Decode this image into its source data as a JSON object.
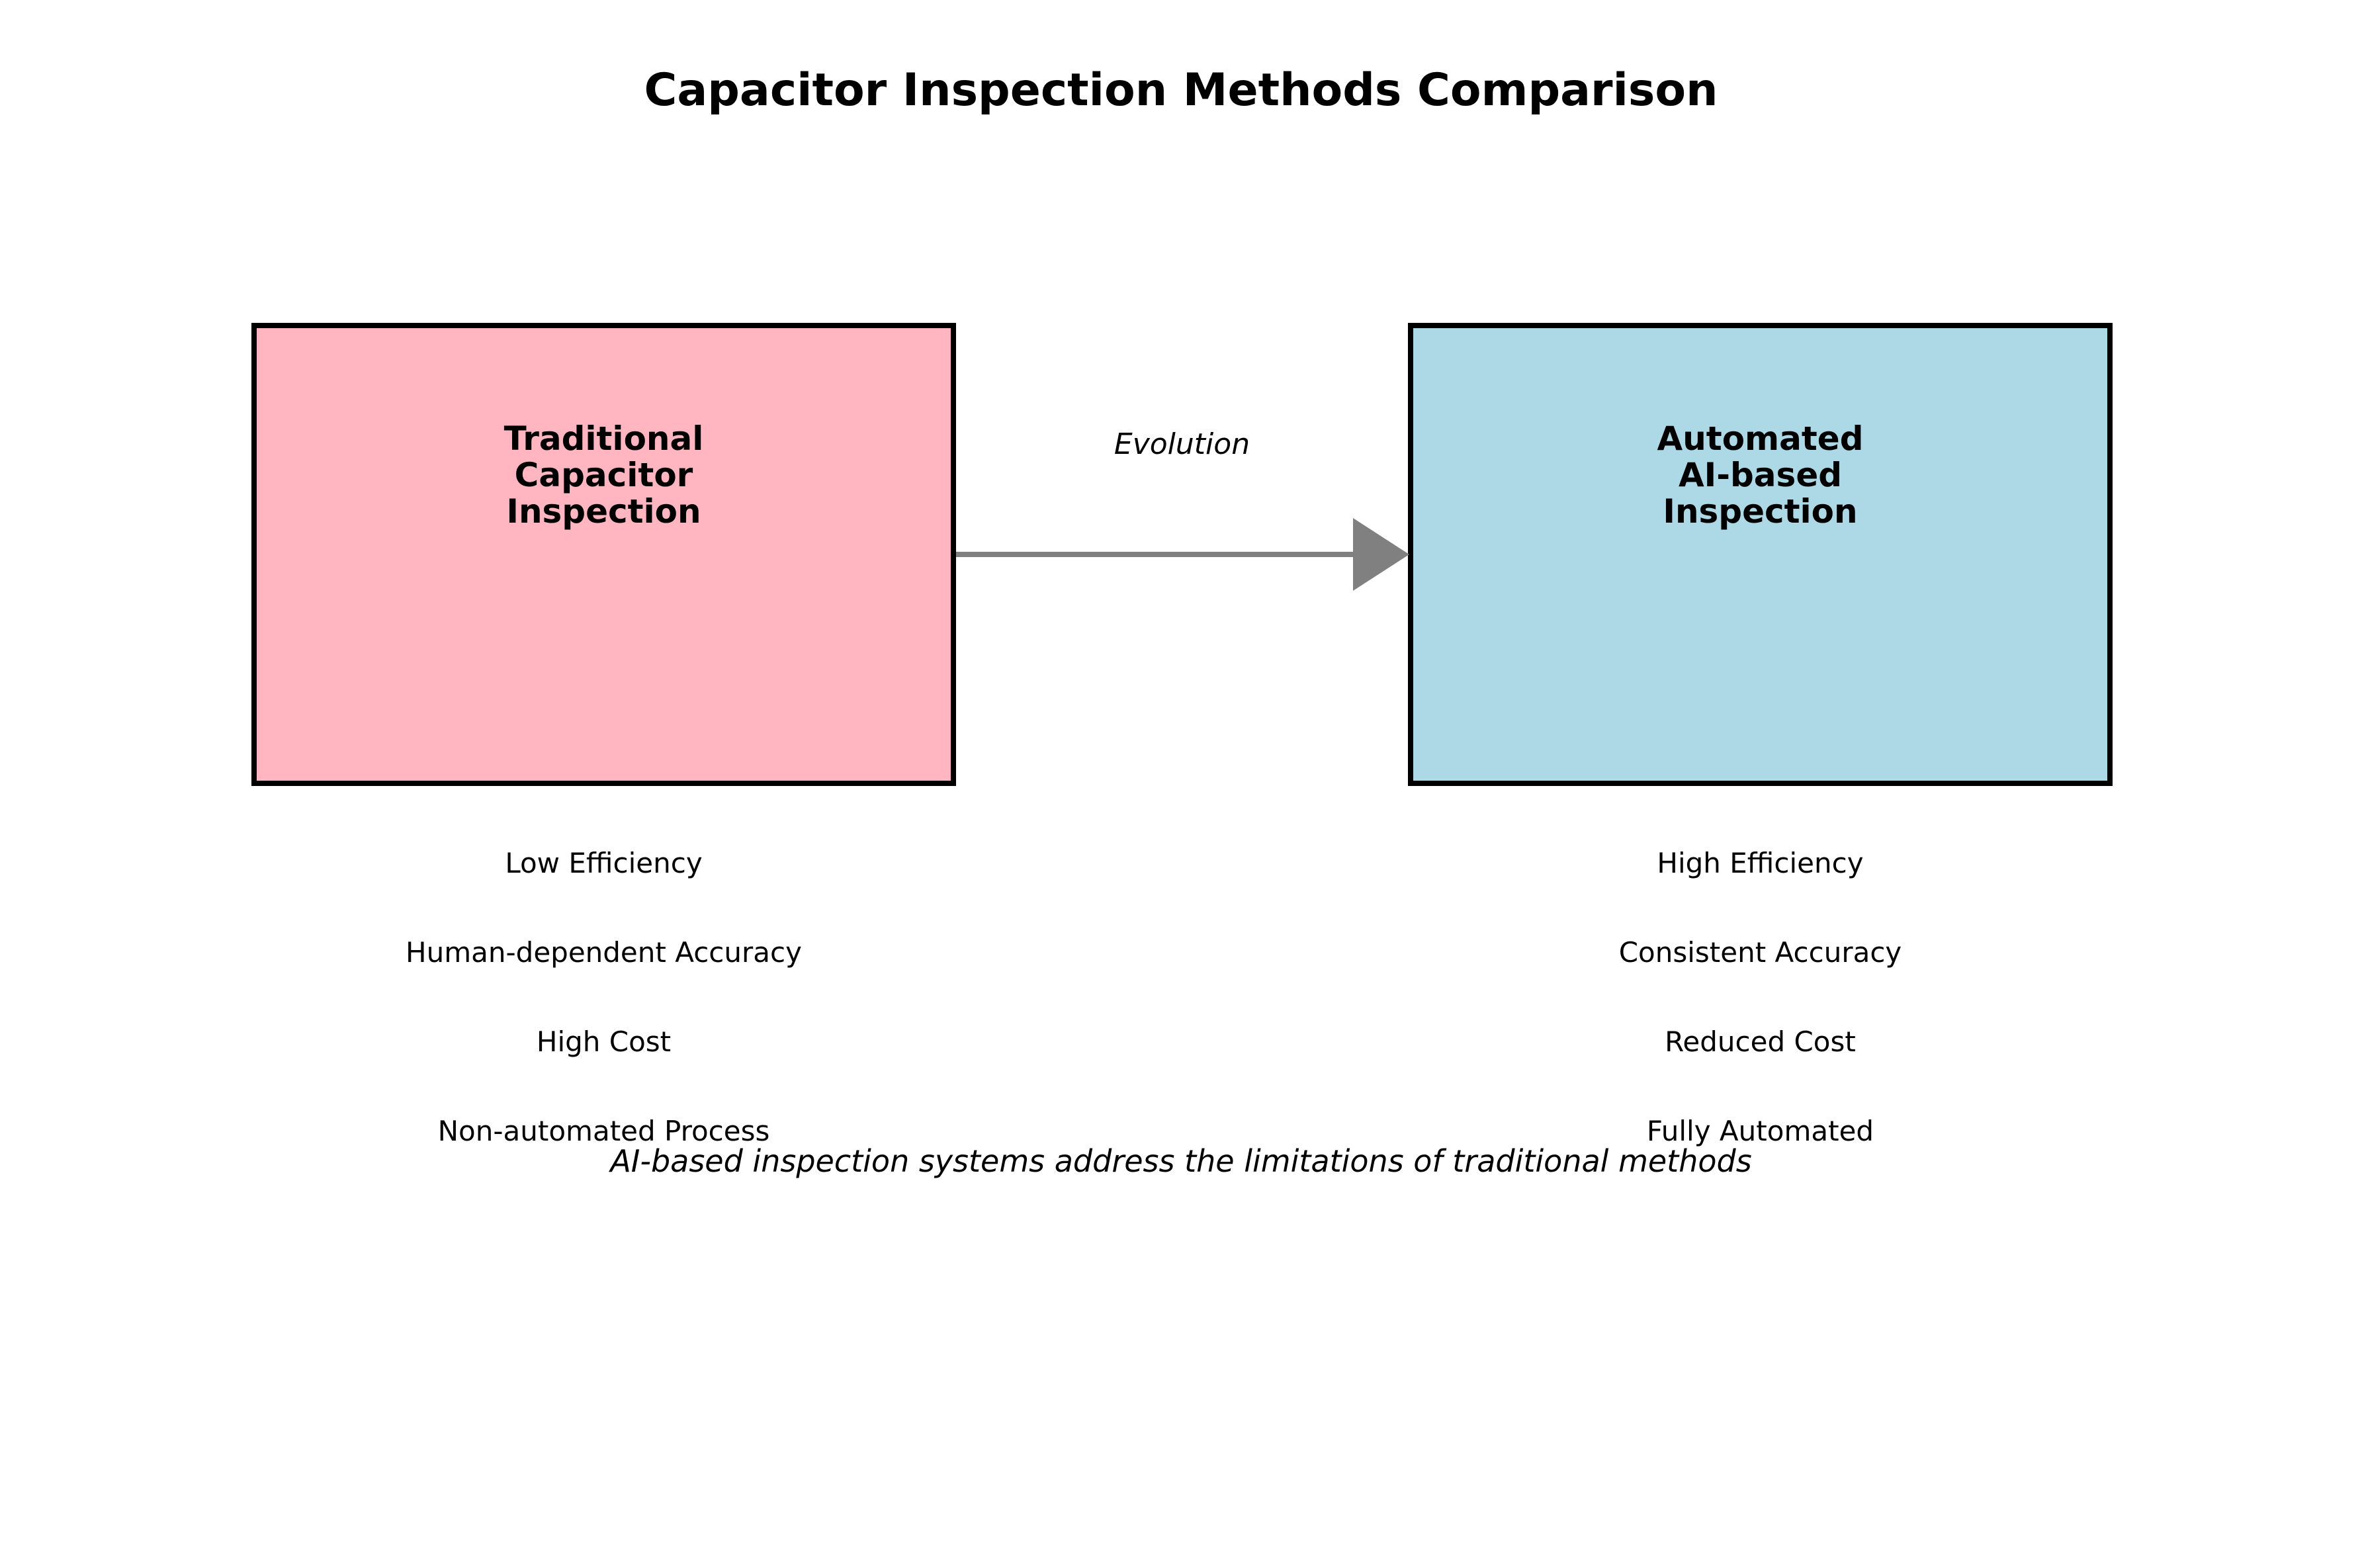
{
  "title": "Capacitor Inspection Methods Comparison",
  "diagram": {
    "traditional_box": {
      "label": "Traditional\nCapacitor\nInspection"
    },
    "automated_box": {
      "label": "Automated\nAI-based\nInspection"
    },
    "arrow_label": "Evolution",
    "traditional_features": [
      "Low Efficiency",
      "Human-dependent Accuracy",
      "High Cost",
      "Non-automated Process"
    ],
    "automated_features": [
      "High Efficiency",
      "Consistent Accuracy",
      "Reduced Cost",
      "Fully Automated"
    ],
    "footnote": "AI-based inspection systems address the limitations of traditional methods"
  },
  "colors": {
    "traditional_fill": "#FFB6C1",
    "automated_fill": "#ADD8E6",
    "box_border": "#000000",
    "arrow": "#808080",
    "text": "#000000",
    "background": "#FFFFFF"
  }
}
